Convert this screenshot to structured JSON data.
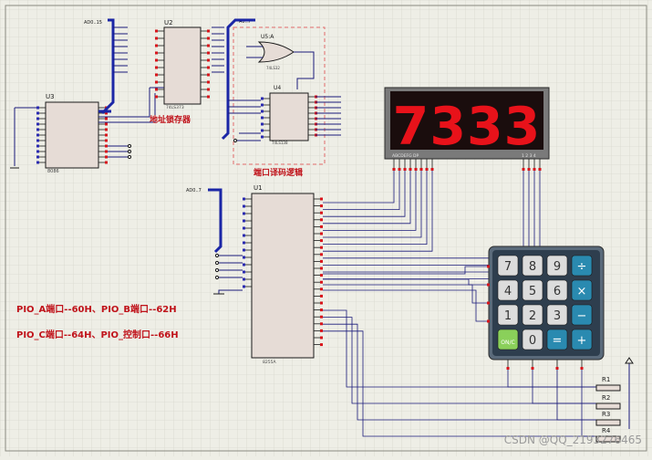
{
  "title": {
    "latch": "地址锁存器",
    "decoder": "端口译码逻辑"
  },
  "components": {
    "u3": {
      "ref": "U3",
      "part": "8086"
    },
    "u2": {
      "ref": "U2",
      "part": "74LS373"
    },
    "u5": {
      "ref": "U5:A",
      "part": "74LS32"
    },
    "u4": {
      "ref": "U4",
      "part": "74LS138"
    },
    "u1": {
      "ref": "U1",
      "part": "8255A"
    },
    "r1": "R1",
    "r2": "R2",
    "r3": "R3",
    "r4": "R4"
  },
  "bus_labels": {
    "ad": "AD0..15",
    "a": "A0..7",
    "ad07": "AD0..7"
  },
  "display": {
    "digits": "7333",
    "pin_left": "ABCDEFG DP",
    "pin_right": "1 2 3 4",
    "color": "#e8121a"
  },
  "keypad": {
    "keys": [
      [
        "7",
        "8",
        "9",
        "÷"
      ],
      [
        "4",
        "5",
        "6",
        "×"
      ],
      [
        "1",
        "2",
        "3",
        "−"
      ],
      [
        "ON/C",
        "0",
        "=",
        "+"
      ]
    ]
  },
  "notes": {
    "line1": "PIO_A端口--60H、PIO_B端口--62H",
    "line2": "PIO_C端口--64H、PIO_控制口--66H"
  },
  "watermark": "CSDN @QQ_2193276465",
  "colors": {
    "wire": "#1a1a7a",
    "bus": "#1b26a6",
    "pin_red": "#d8141b",
    "pin_blue": "#2a2ab0",
    "chip_fill": "#e6dcd6",
    "chip_border": "#1a1a1a",
    "grid": "#d0d0c6"
  }
}
